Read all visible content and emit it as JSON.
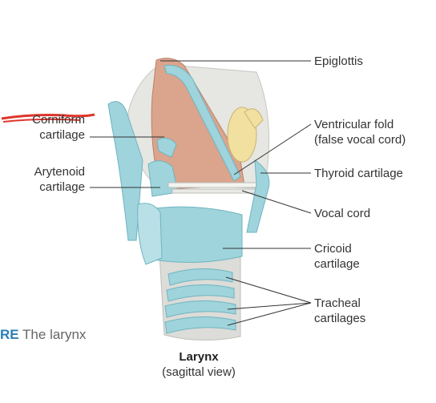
{
  "labels": {
    "epiglottis": "Epiglottis",
    "ventricular_fold_1": "Ventricular fold",
    "ventricular_fold_2": "(false vocal cord)",
    "thyroid_cartilage": "Thyroid cartilage",
    "vocal_cord": "Vocal cord",
    "cricoid_1": "Cricoid",
    "cricoid_2": "cartilage",
    "tracheal_1": "Tracheal",
    "tracheal_2": "cartilages",
    "corniculate_1": "Corniform",
    "corniculate_2": "cartilage",
    "arytenoid_1": "Arytenoid",
    "arytenoid_2": "cartilage"
  },
  "caption": {
    "prefix": "RE",
    "text": "The larynx"
  },
  "title": {
    "main": "Larynx",
    "sub": "(sagittal view)"
  },
  "colors": {
    "cartilage_blue": "#9fd4dc",
    "tissue_pink": "#dba48c",
    "epiglottis_yellow": "#f1e0a0",
    "trachea_grey": "#dcdcd8",
    "strike_red": "#e0352b",
    "caption_blue": "#2a7fb8"
  }
}
